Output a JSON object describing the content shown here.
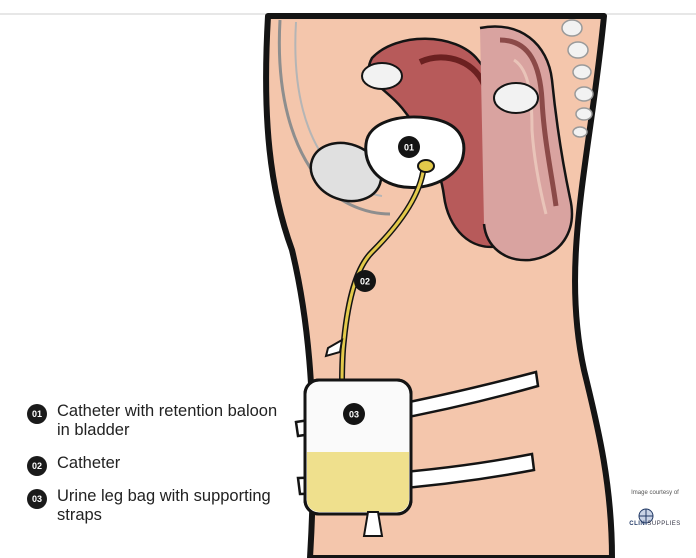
{
  "callouts": [
    {
      "number": "01"
    },
    {
      "number": "02"
    },
    {
      "number": "03"
    }
  ],
  "legend": [
    {
      "number": "01",
      "text": "Catheter with retention baloon in bladder"
    },
    {
      "number": "02",
      "text": "Catheter"
    },
    {
      "number": "03",
      "text": "Urine leg bag with supporting straps"
    }
  ],
  "courtesy": {
    "text": "Image courtesy of",
    "brand_bold": "CLINI",
    "brand_rest": "SUPPLIES"
  },
  "colors": {
    "skin": "#f4c6ac",
    "outline": "#141414",
    "organ_red": "#b75a5a",
    "organ_light": "#d9a3a0",
    "catheter": "#e3c94a",
    "urine": "#efe08d",
    "bag": "#fafafa"
  }
}
